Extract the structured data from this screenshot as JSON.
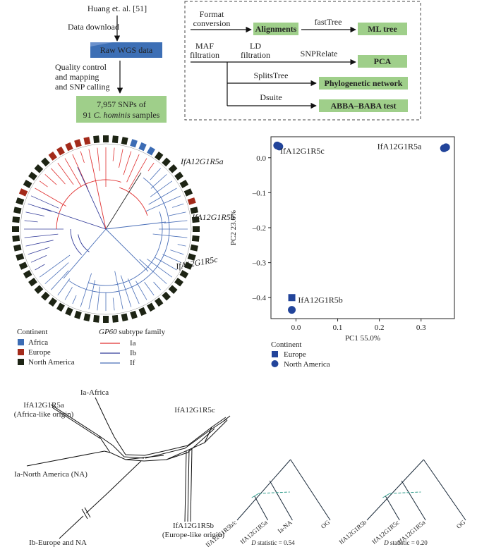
{
  "workflow": {
    "source": "Huang et. al. [51]",
    "step_download": "Data download",
    "raw_data": "Raw WGS data",
    "qc_lines": [
      "Quality control",
      "and mapping",
      "and SNP calling"
    ],
    "snps_line1": "7,957 SNPs of",
    "snps_line2_num": "91 ",
    "snps_line2_species": "C. hominis",
    "snps_line2_tail": " samples",
    "format_conv": [
      "Format",
      "conversion"
    ],
    "alignments": "Alignments",
    "fasttree": "fastTree",
    "ml_tree": "ML tree",
    "maf": [
      "MAF",
      "filtration"
    ],
    "ld": [
      "LD",
      "filtration"
    ],
    "snprelate": "SNPRelate",
    "pca": "PCA",
    "splitstree": "SplitsTree",
    "network": "Phylogenetic network",
    "dsuite": "Dsuite",
    "abba": "ABBA–BABA test",
    "colors": {
      "green_box": "#9fcf8a",
      "blue_box": "#3d6fb5",
      "border": "#444444"
    }
  },
  "tree": {
    "labels": [
      "IfA12G1R5a",
      "IfA12G1R5b",
      "IfA12G1R5c"
    ],
    "continent_title": "Continent",
    "continent_items": [
      {
        "label": "Africa",
        "color": "#3c6cb4"
      },
      {
        "label": "Europe",
        "color": "#a32a1a"
      },
      {
        "label": "North America",
        "color": "#1d2414"
      }
    ],
    "subtype_title_italic": "GP60",
    "subtype_title_rest": " subtype family",
    "subtype_items": [
      {
        "label": "Ia",
        "color": "#e03030"
      },
      {
        "label": "Ib",
        "color": "#343d9a"
      },
      {
        "label": "If",
        "color": "#4a6fb8"
      }
    ]
  },
  "chart_data": {
    "type": "scatter",
    "xlabel": "PC1 55.0%",
    "ylabel": "PC2 23.6%",
    "xlim": [
      -0.06,
      0.38
    ],
    "ylim": [
      -0.46,
      0.06
    ],
    "xticks": [
      0.0,
      0.1,
      0.2,
      0.3
    ],
    "xtick_labels": [
      "0.0",
      "0.1",
      "0.2",
      "0.3"
    ],
    "yticks": [
      0.0,
      -0.1,
      -0.2,
      -0.3,
      -0.4
    ],
    "ytick_labels": [
      "0.0",
      "–0.1",
      "–0.2",
      "–0.3",
      "–0.4"
    ],
    "point_color": "#22449a",
    "series": [
      {
        "name": "Europe",
        "marker": "square",
        "x": [
          -0.01
        ],
        "y": [
          -0.4
        ]
      },
      {
        "name": "North America",
        "marker": "circle",
        "x": [
          -0.045,
          -0.04,
          0.355,
          0.36,
          -0.01
        ],
        "y": [
          0.035,
          0.032,
          0.027,
          0.03,
          -0.435
        ]
      }
    ],
    "annotations": [
      {
        "text": "IfA12G1R5c",
        "x": -0.038,
        "y": 0.012
      },
      {
        "text": "IfA12G1R5a",
        "x": 0.195,
        "y": 0.025
      },
      {
        "text": "IfA12G1R5b",
        "x": 0.005,
        "y": -0.415
      }
    ],
    "legend_title": "Continent",
    "legend_placement": "bottom-left"
  },
  "network": {
    "ia_africa": "Ia-Africa",
    "r5a": "IfA12G1R5a",
    "r5a_sub": "(Africa-like origin)",
    "r5c": "IfA12G1R5c",
    "ia_na": "Ia-North America (NA)",
    "ib": "Ib-Europe and NA",
    "r5b": "IfA12G1R5b",
    "r5b_sub": "(Europe-like origin)"
  },
  "dstats": [
    {
      "leaves": [
        "IfA12G1R5b/c",
        "IfA12G1R5a",
        "Ia-NA",
        "OG"
      ],
      "d_label": "D",
      "d_text": " statistic = 0.54"
    },
    {
      "leaves": [
        "IfA12G1R5b",
        "IfA12G1R5c",
        "IfA12G1R5a",
        "OG"
      ],
      "d_label": "D",
      "d_text": " statistic = 0.20"
    }
  ]
}
